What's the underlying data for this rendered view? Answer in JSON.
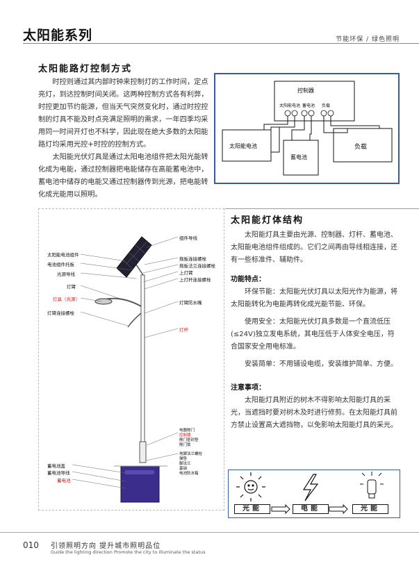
{
  "header": {
    "title": "太阳能系列",
    "right": "节能环保  /  绿色照明"
  },
  "section1": {
    "title": "太阳能路灯控制方式",
    "paragraphs": [
      "时控则通过其内部时钟来控制灯的工作时间，定点亮灯，到达控制时间关闭。这两种控制方式各有利弊，时控更加节约能源，但当天气突然变化时，通过时控控制的灯具不能及时点亮满足照明的需求，一年四季均采用同一时间开灯也不科学，因此现在绝大多数的太阳能路灯均采用光控+时控的控制方式。",
      "太阳能光伏灯具是通过太阳电池组件把太阳光能转化成为电能，通过控制器把电能储存在高能蓄电池中，蓄电池中储存的电能又通过控制器传到光源，把电能转化成光能用以照明。"
    ]
  },
  "controller_diagram": {
    "controller": "控制器",
    "solar_terminal": "太阳能电池",
    "battery_terminal": "蓄电池",
    "load_terminal": "负载",
    "solar_cell": "太阳能电池",
    "battery": "蓄电池",
    "load": "负载"
  },
  "lamp_diagram": {
    "labels_left": [
      "太阳能电池组件",
      "电池组件托板",
      "光源导线",
      "灯臂",
      "灯具（光源）",
      "灯臂连接螺栓"
    ],
    "labels_right": [
      "组件导线",
      "拖板连接螺栓",
      "拖板法兰连接螺栓",
      "上灯臂",
      "上灯杆连接螺栓",
      "灯臂防水嘴",
      "灯杆"
    ],
    "labels_bottom_right": [
      "电器舱门",
      "控制器",
      "舱门密封垫",
      "舱门锁",
      "地脚法兰螺栓",
      "弹垫",
      "脚法兰",
      "基础",
      "电池防水箱"
    ],
    "labels_bottom_left": [
      "蓄电池盖",
      "蓄电池导线",
      "蓄电池"
    ]
  },
  "section2": {
    "title": "太阳能灯体结构",
    "intro": "太阳能灯具主要由光源、控制器、灯杆、蓄电池、太阳能电池组件组成的。它们之间再由导线相连接，还有一些标准件、辅助件。",
    "features_title": "功能特点：",
    "feature1": "环保节能：太阳能光伏灯具以太阳光作为能源，将太阳能转化为电能再转化成光能节能、环保。",
    "feature2": "使用安全：太阳能光伏灯具多数是一个直流低压(≤24V)独立发电系统，其电压低于人体安全电压，符合国家安全用电标准。",
    "feature3": "安装简单：不用铺设电缆，安装维护简单、方便。",
    "notes_title": "注意事项：",
    "note": "太阳能灯具附近的树木不得影响太阳能灯具的采光，当遮挡时要对树木及时进行修剪。在太阳能灯具前方禁止设置高大遮挡物，以免影响太阳能灯具的采光。"
  },
  "energy_flow": {
    "step1": "光能",
    "step2": "电能",
    "step3": "光能"
  },
  "footer": {
    "page": "010",
    "slogan_cn": "引领照明方向    提升城市照明品位",
    "slogan_en": "Guide the lighting direction Promote the city to illuminate the status"
  },
  "colors": {
    "frame_blue": "#3a5aa0",
    "label_red": "#d02020",
    "battery_box": "#3b2d8c"
  }
}
